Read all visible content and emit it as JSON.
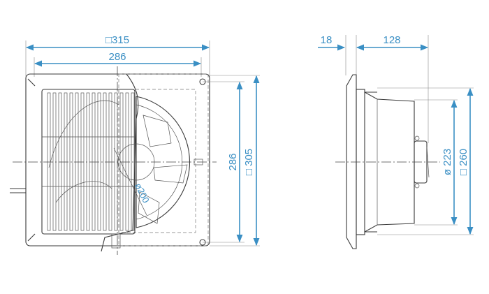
{
  "diagram": {
    "front_view": {
      "width_outer": "□315",
      "width_grille": "286",
      "height_inner": "286",
      "height_outer": "□ 305",
      "fan_diameter": "ø200"
    },
    "side_view": {
      "flange_depth": "18",
      "body_depth": "128",
      "body_diameter": "ø 223",
      "plate_size": "□ 260"
    },
    "colors": {
      "dimension": "#3a8fc4",
      "line": "#3a3a3a"
    }
  }
}
